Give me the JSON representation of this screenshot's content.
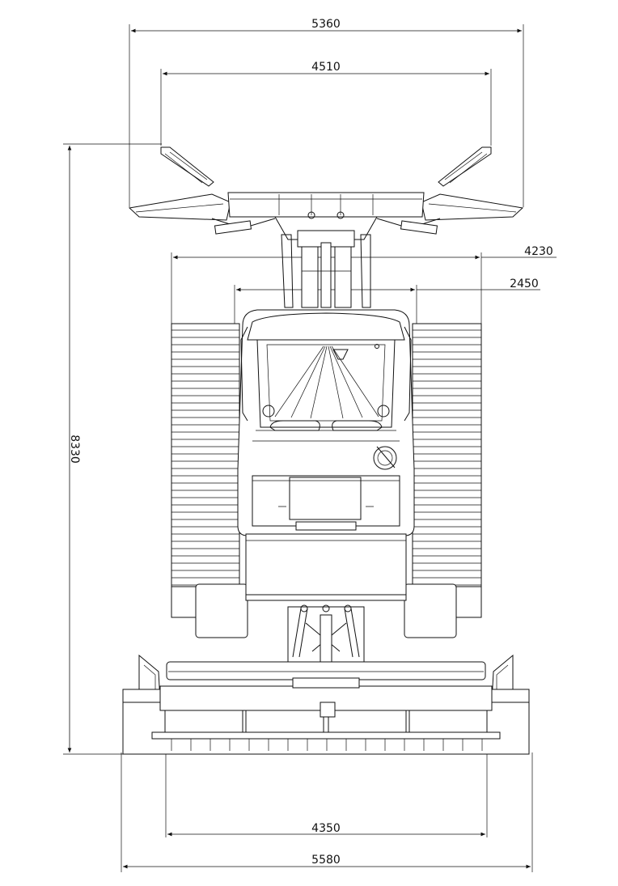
{
  "drawing": {
    "dimensions": {
      "blade_span_open": "5360",
      "blade_span_inner": "4510",
      "track_width": "4230",
      "cab_width": "2450",
      "overall_length": "8330",
      "tiller_width": "4350",
      "overall_width_rear": "5580"
    }
  }
}
